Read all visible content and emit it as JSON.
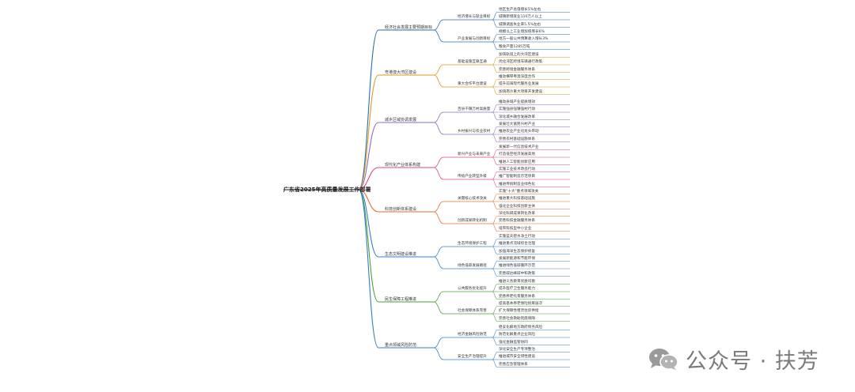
{
  "root": "广东省2025年高质量发展工作部署",
  "colors": {
    "root_line": "#4a4a4a",
    "branches": [
      "#2b6cb0",
      "#dd9a1c",
      "#8e6bbf",
      "#d9478b",
      "#e0712e",
      "#3a7fd5",
      "#4f9e3c",
      "#2f7fc1"
    ]
  },
  "branches": [
    {
      "label": "经济社会发展主要预期目标",
      "children": [
        {
          "label": "经济增长与就业目标",
          "items": [
            "地区生产总值增长5%左右",
            "城镇新增就业110万人以上",
            "城镇调查失业率5.5%左右"
          ]
        },
        {
          "label": "产业发展与创新目标",
          "items": [
            "规模以上工业增加值增长6%",
            "地方一般公共预算收入增长3%",
            "粮食产量1285万吨"
          ]
        }
      ]
    },
    {
      "label": "粤港澳大湾区建设",
      "children": [
        {
          "label": "基础设施互联互通",
          "items": [
            "加快轨道上的大湾区建设",
            "优化湾区跨境车辆通行政策",
            "完善跨境金融服务体系"
          ]
        },
        {
          "label": "重大合作平台建设",
          "items": [
            "推动横琴粤澳深度合作",
            "提升前海现代服务业发展",
            "加快南沙重大项目开发建设"
          ]
        }
      ]
    },
    {
      "label": "城乡区域协调发展",
      "children": [
        {
          "label": "百县千镇万村高质量",
          "items": [
            "推动县域产业提质增效",
            "实施强县强镇强村行动",
            "深化城乡融合发展改革"
          ]
        },
        {
          "label": "乡村振兴与农业农村",
          "items": [
            "发展壮大富民兴村产业",
            "推进农业产业化龙头带动",
            "完善农村基础设施体系"
          ]
        }
      ]
    },
    {
      "label": "现代化产业体系构建",
      "children": [
        {
          "label": "新兴产业与未来产业",
          "items": [
            "发展新一代信息技术产业",
            "打造低空经济发展高地",
            "推进人工智能创新应用"
          ]
        },
        {
          "label": "传统产业转型升级",
          "items": [
            "实施工业技术改造行动",
            "推广智能制造示范项目",
            "推进传统制造业绿色化"
          ]
        }
      ]
    },
    {
      "label": "科技创新体系建设",
      "children": [
        {
          "label": "关键核心技术攻关",
          "items": [
            "实施\"十大\"重点领域攻关",
            "推进重大科技基础设施",
            "强化企业科技创新主体"
          ]
        },
        {
          "label": "创新成果转化机制",
          "items": [
            "深化科研成果转化改革",
            "完善科技金融服务体系",
            "培育科技型中小企业"
          ]
        }
      ]
    },
    {
      "label": "生态文明建设推进",
      "children": [
        {
          "label": "生态环境保护工程",
          "items": [
            "实施蓝天碧水净土行动",
            "推进重点流域综合治理",
            "加强海洋生态保护修复"
          ]
        },
        {
          "label": "绿色低碳发展路径",
          "items": [
            "发展新能源和节能环保",
            "推进绿色低碳循环示范",
            "完善碳达峰碳中和政策"
          ]
        }
      ]
    },
    {
      "label": "民生保障工程推进",
      "children": [
        {
          "label": "公共服务优化提升",
          "items": [
            "推进义务教育优质均衡",
            "提升医疗卫生服务能力",
            "完善养老托育服务体系"
          ]
        },
        {
          "label": "社会保障体系完善",
          "items": [
            "提高基本养老保险统筹层次",
            "扩大保障性租赁住房供给",
            "完善社会救助兜底保障"
          ]
        }
      ]
    },
    {
      "label": "重点领域风险防范",
      "children": [
        {
          "label": "经济金融风险防范",
          "items": [
            "稳妥化解地方政府债务风险",
            "防范化解重点企业风险",
            "强化金融监管协同"
          ]
        },
        {
          "label": "安全生产治理提升",
          "items": [
            "深化安全生产专项整治",
            "推进城市安全韧性建设",
            "完善应急管理体系"
          ]
        }
      ]
    }
  ],
  "watermark": {
    "text": "公众号 · 扶芳",
    "icon": "wechat-icon"
  }
}
